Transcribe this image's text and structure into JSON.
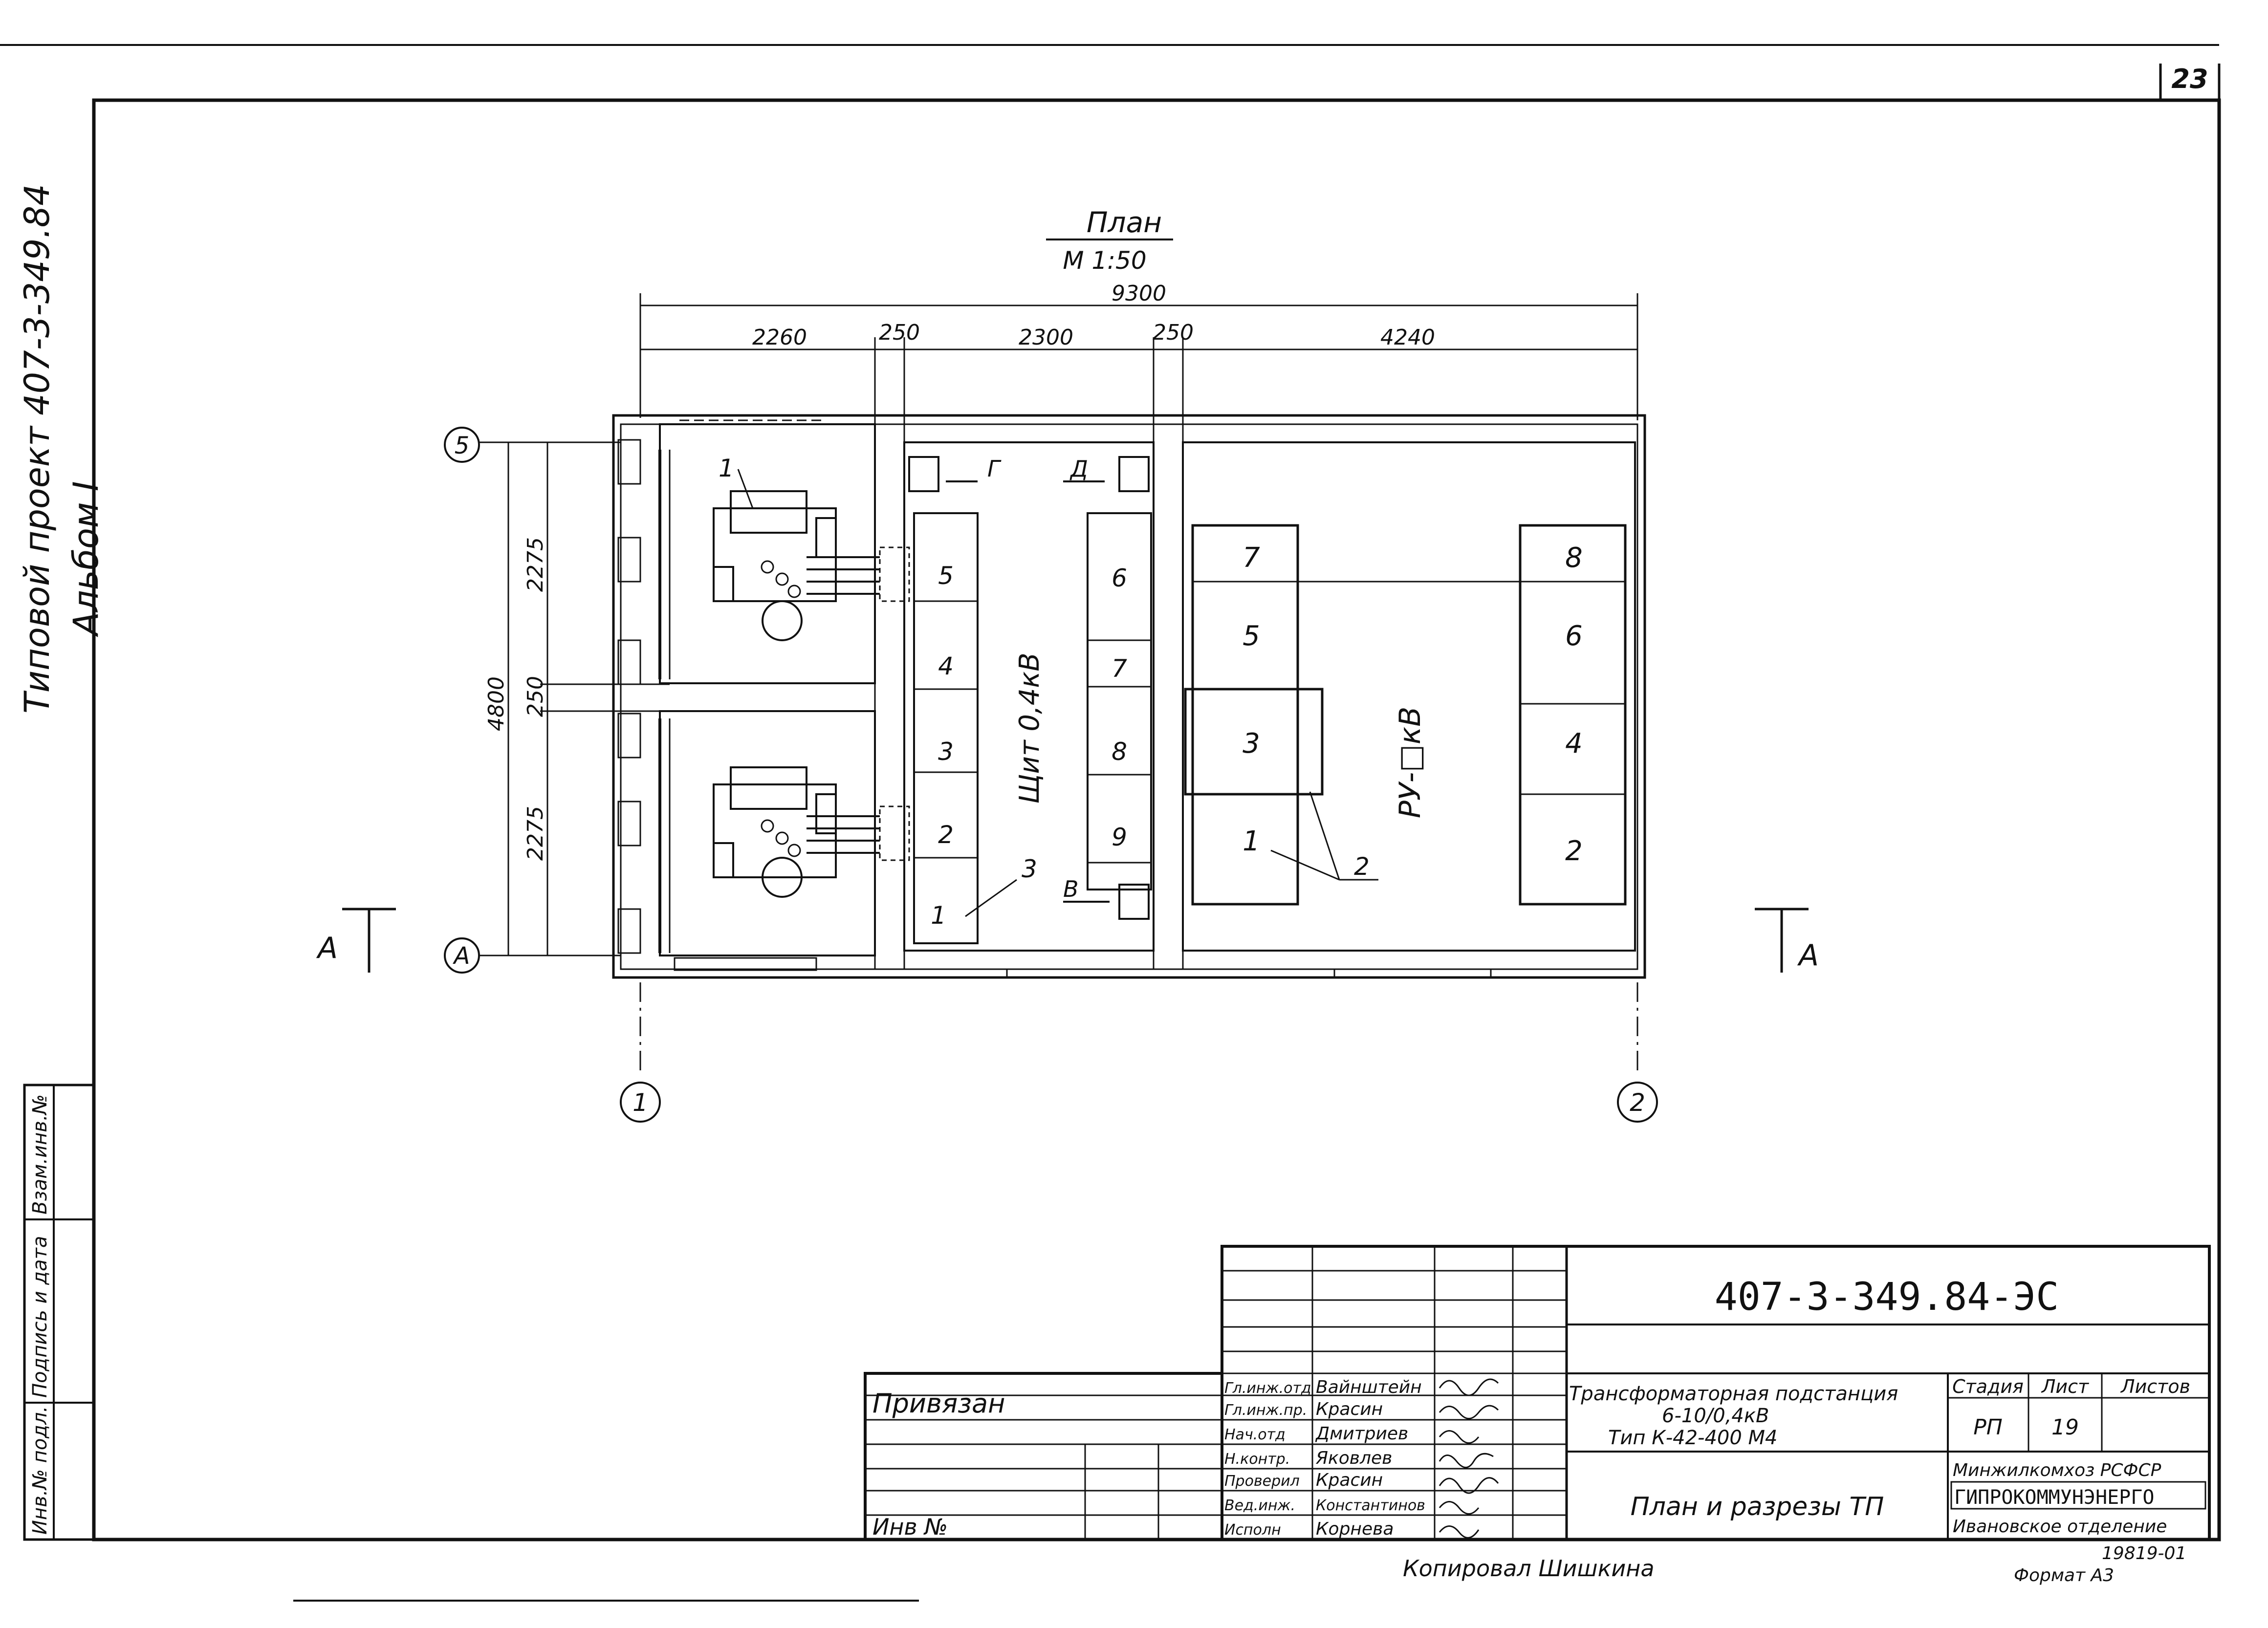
{
  "sheet": {
    "number": "23"
  },
  "margin": {
    "project_title": "Типовой проект 407-3-349.84",
    "album": "Альбом I",
    "stamp_cells": [
      "Взам.инв.№",
      "Подпись и дата",
      "Инв.№ подл."
    ]
  },
  "plan": {
    "title": "План",
    "scale": "М 1:50",
    "dims": {
      "total": "9300",
      "parts": [
        "2260",
        "250",
        "2300",
        "250",
        "4240"
      ],
      "height_total": "4800",
      "height_parts": [
        "2275",
        "250",
        "2275"
      ]
    },
    "axes": {
      "top": "5",
      "bottom": "А",
      "left_col": "1",
      "right_col": "2"
    },
    "section_marks": {
      "left": "А",
      "right": "А"
    },
    "door_marks": [
      "Г",
      "Д",
      "В"
    ],
    "callouts": [
      "1",
      "3",
      "2"
    ],
    "lv_board_label": "Щит 0,4кВ",
    "lv_panels_left": [
      "5",
      "4",
      "3",
      "2",
      "1"
    ],
    "lv_panels_right": [
      "6",
      "7",
      "8",
      "9"
    ],
    "hv_label": "РУ-□кВ",
    "hv_cells_left": [
      "7",
      "5",
      "3",
      "1"
    ],
    "hv_cells_right": [
      "8",
      "6",
      "4",
      "2"
    ]
  },
  "title_block": {
    "code": "407-3-349.84-ЭС",
    "bound": "Привязан",
    "inv_no": "Инв №",
    "roles": [
      "Гл.инж.отд",
      "Гл.инж.пр.",
      "Нач.отд",
      "Н.контр.",
      "Проверил",
      "Вед.инж.",
      "Исполн"
    ],
    "names": [
      "Вайнштейн",
      "Красин",
      "Дмитриев",
      "Яковлев",
      "Красин",
      "Константинов",
      "Корнева"
    ],
    "object_name": [
      "Трансформаторная подстанция",
      "6-10/0,4кВ",
      "Тип К-42-400 М4"
    ],
    "drawing_name": "План и разрезы ТП",
    "stage_header": "Стадия",
    "sheet_header": "Лист",
    "sheets_header": "Листов",
    "stage": "РП",
    "sheet_no": "19",
    "org": [
      "Минжилкомхоз РСФСР",
      "ГИПРОКОММУНЭНЕРГО",
      "Ивановское отделение"
    ],
    "archive_no": "19819-01",
    "format": "Формат А3",
    "copied": "Копировал Шишкина"
  }
}
